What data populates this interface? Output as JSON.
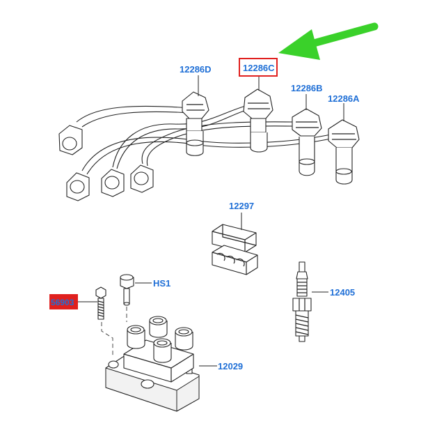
{
  "colors": {
    "label": "#1f6fd6",
    "highlight_box": "#e0201e",
    "highlight_fill": "#e0201e",
    "arrow": "#3ad12a"
  },
  "labels": {
    "wire_d": "12286D",
    "wire_c": "12286C",
    "wire_b": "12286B",
    "wire_a": "12286A",
    "clip": "12297",
    "bolt": "HS1",
    "screw": "56903",
    "plug": "12405",
    "coil": "12029"
  },
  "highlighted": "12286C",
  "icons": [
    "green-arrow-icon"
  ]
}
